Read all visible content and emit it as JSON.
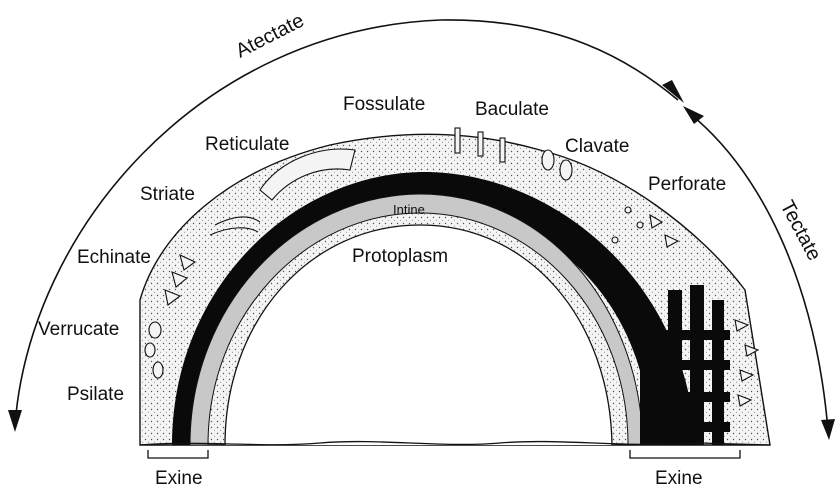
{
  "labels": {
    "atectate": "Atectate",
    "tectate": "Tectate",
    "fossulate": "Fossulate",
    "baculate": "Baculate",
    "reticulate": "Reticulate",
    "clavate": "Clavate",
    "striate": "Striate",
    "perforate": "Perforate",
    "echinate": "Echinate",
    "verrucate": "Verrucate",
    "psilate": "Psilate",
    "intine": "Intine",
    "protoplasm": "Protoplasm",
    "exine_left": "Exine",
    "exine_right": "Exine"
  },
  "colors": {
    "ink": "#111111",
    "nexine": "#0a0a0a",
    "intine": "#c8c8c8",
    "sexine_fill": "#f4f4f4"
  }
}
